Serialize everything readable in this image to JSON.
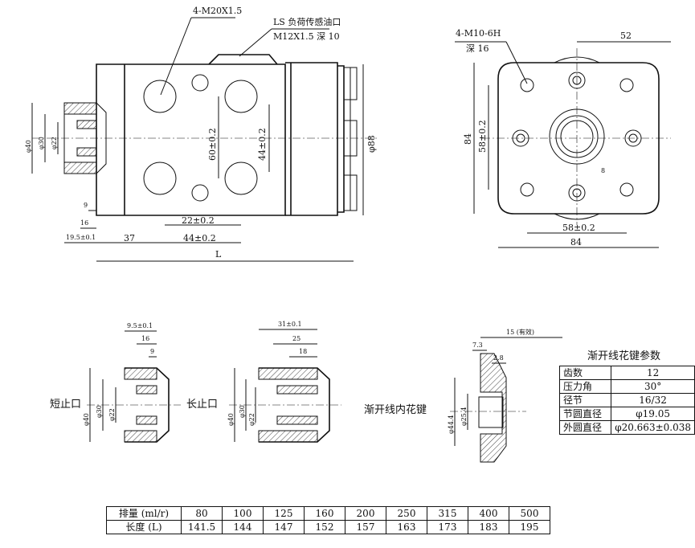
{
  "top_view": {
    "port_thread": "4-M20X1.5",
    "ls_port": "LS 负荷传感油口",
    "ls_thread": "M12X1.5 深 10",
    "dim_60": "60±0.2",
    "dim_44v": "44±0.2",
    "dim_22": "22±0.2",
    "dim_37": "37",
    "dim_44h": "44±0.2",
    "dim_L": "L",
    "dim_88": "φ88",
    "dim_9": "9",
    "dim_16": "16",
    "dim_95": "19.5±0.1",
    "dim_40": "φ40",
    "dim_30": "φ30",
    "dim_22d": "φ22"
  },
  "side_view": {
    "thread": "4-M10-6H",
    "depth": "深  16",
    "dim_52": "52",
    "dim_84v": "84",
    "dim_58v": "58±0.2",
    "dim_8": "8",
    "dim_58h": "58±0.2",
    "dim_84h": "84"
  },
  "details": {
    "short_label": "短止口",
    "long_label": "长止口",
    "spline_label": "渐开线内花键",
    "s_95": "9.5±0.1",
    "s_16": "16",
    "s_9": "9",
    "s_40": "φ40",
    "s_30": "φ30",
    "s_22": "φ22",
    "l_31": "31±0.1",
    "l_25": "25",
    "l_18": "18",
    "l_40": "φ40",
    "l_30": "φ30",
    "l_22": "φ22",
    "k_15": "15 (有效)",
    "k_73": "7.3",
    "k_28": "2.8",
    "k_444": "φ44.4",
    "k_254": "φ25.4"
  },
  "spline_params": {
    "title": "渐开线花键参数",
    "rows": [
      {
        "k": "齿数",
        "v": "12"
      },
      {
        "k": "压力角",
        "v": "30°"
      },
      {
        "k": "径节",
        "v": "16/32"
      },
      {
        "k": "节圆直径",
        "v": "φ19.05"
      },
      {
        "k": "外圆直径",
        "v": "φ20.663±0.038"
      }
    ]
  },
  "displacement_table": {
    "row1_label": "排量 (ml/r)",
    "row2_label": "长度 (L)",
    "displacement": [
      "80",
      "100",
      "125",
      "160",
      "200",
      "250",
      "315",
      "400",
      "500"
    ],
    "length": [
      "141.5",
      "144",
      "147",
      "152",
      "157",
      "163",
      "173",
      "183",
      "195"
    ]
  }
}
